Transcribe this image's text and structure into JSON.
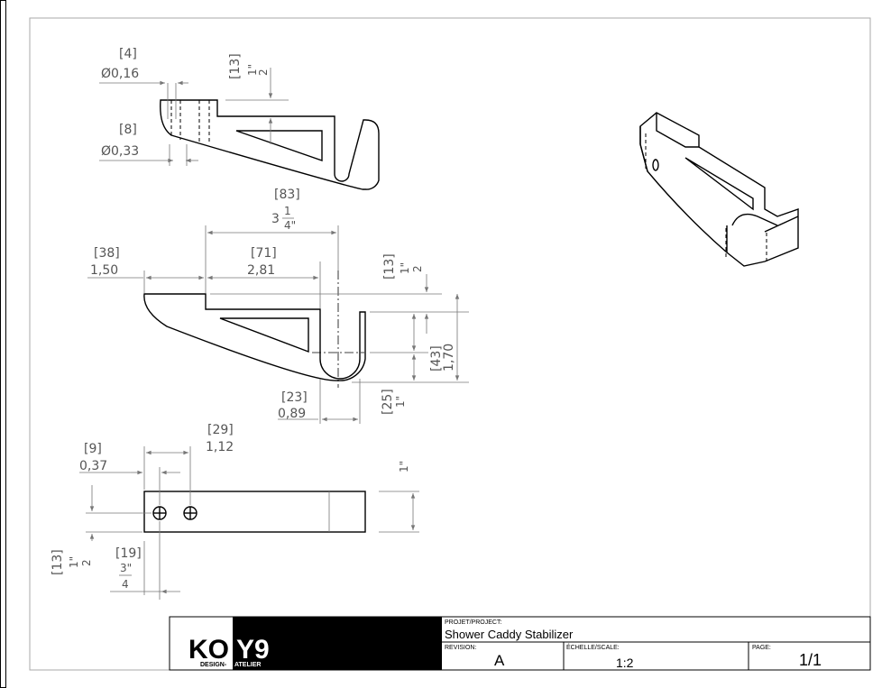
{
  "title_block": {
    "logo_left": "KO",
    "logo_right": "Y9",
    "logo_sub_left": "DESIGN-",
    "logo_sub_right": "ATELIER",
    "project_label": "PROJET/PROJECT:",
    "project_name": "Shower Caddy Stabilizer",
    "revision_label": "REVISION:",
    "revision_value": "A",
    "scale_label": "ÉCHELLE/SCALE:",
    "scale_value": "1:2",
    "page_label": "PAGE:",
    "page_value": "1/1"
  },
  "dimensions": {
    "top_hole_small_mm": "[4]",
    "top_hole_small_in": "Ø0,16",
    "top_hole_large_mm": "[8]",
    "top_hole_large_in": "Ø0,33",
    "top_thick_mm": "[13]",
    "top_thick_num": "1\"",
    "top_thick_den": "2",
    "front_total_mm": "[83]",
    "front_total_whole": "3",
    "front_total_num": "1",
    "front_total_den": "4\"",
    "front_left_mm": "[38]",
    "front_left_in": "1,50",
    "front_mid_mm": "[71]",
    "front_mid_in": "2,81",
    "front_thick_mm": "[13]",
    "front_thick_num": "1\"",
    "front_thick_den": "2",
    "front_height_mm": "[43]",
    "front_height_in": "1,70",
    "front_slot_mm": "[23]",
    "front_slot_in": "0,89",
    "front_hook_mm": "[25]",
    "front_hook_in": "1\"",
    "bottom_hole2_mm": "[29]",
    "bottom_hole2_in": "1,12",
    "bottom_hole1_mm": "[9]",
    "bottom_hole1_in": "0,37",
    "bottom_width_in": "1\"",
    "bottom_vert_mm": "[13]",
    "bottom_vert_num": "1\"",
    "bottom_vert_den": "2",
    "bottom_gap_mm": "[19]",
    "bottom_gap_num": "3\"",
    "bottom_gap_den": "4"
  }
}
